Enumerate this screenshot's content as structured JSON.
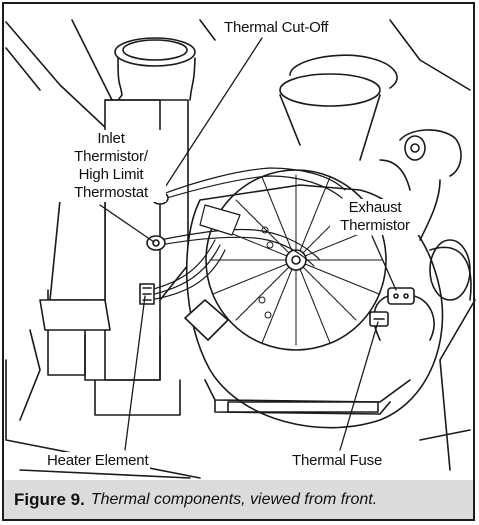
{
  "labels": {
    "thermal_cutoff": "Thermal Cut-Off",
    "inlet_line1": "Inlet",
    "inlet_line2": "Thermistor/",
    "inlet_line3": "High Limit",
    "inlet_line4": "Thermostat",
    "exhaust_line1": "Exhaust",
    "exhaust_line2": "Thermistor",
    "heater_element": "Heater Element",
    "thermal_fuse": "Thermal Fuse"
  },
  "caption": {
    "number": "Figure 9.",
    "text": "Thermal components, viewed from front."
  }
}
